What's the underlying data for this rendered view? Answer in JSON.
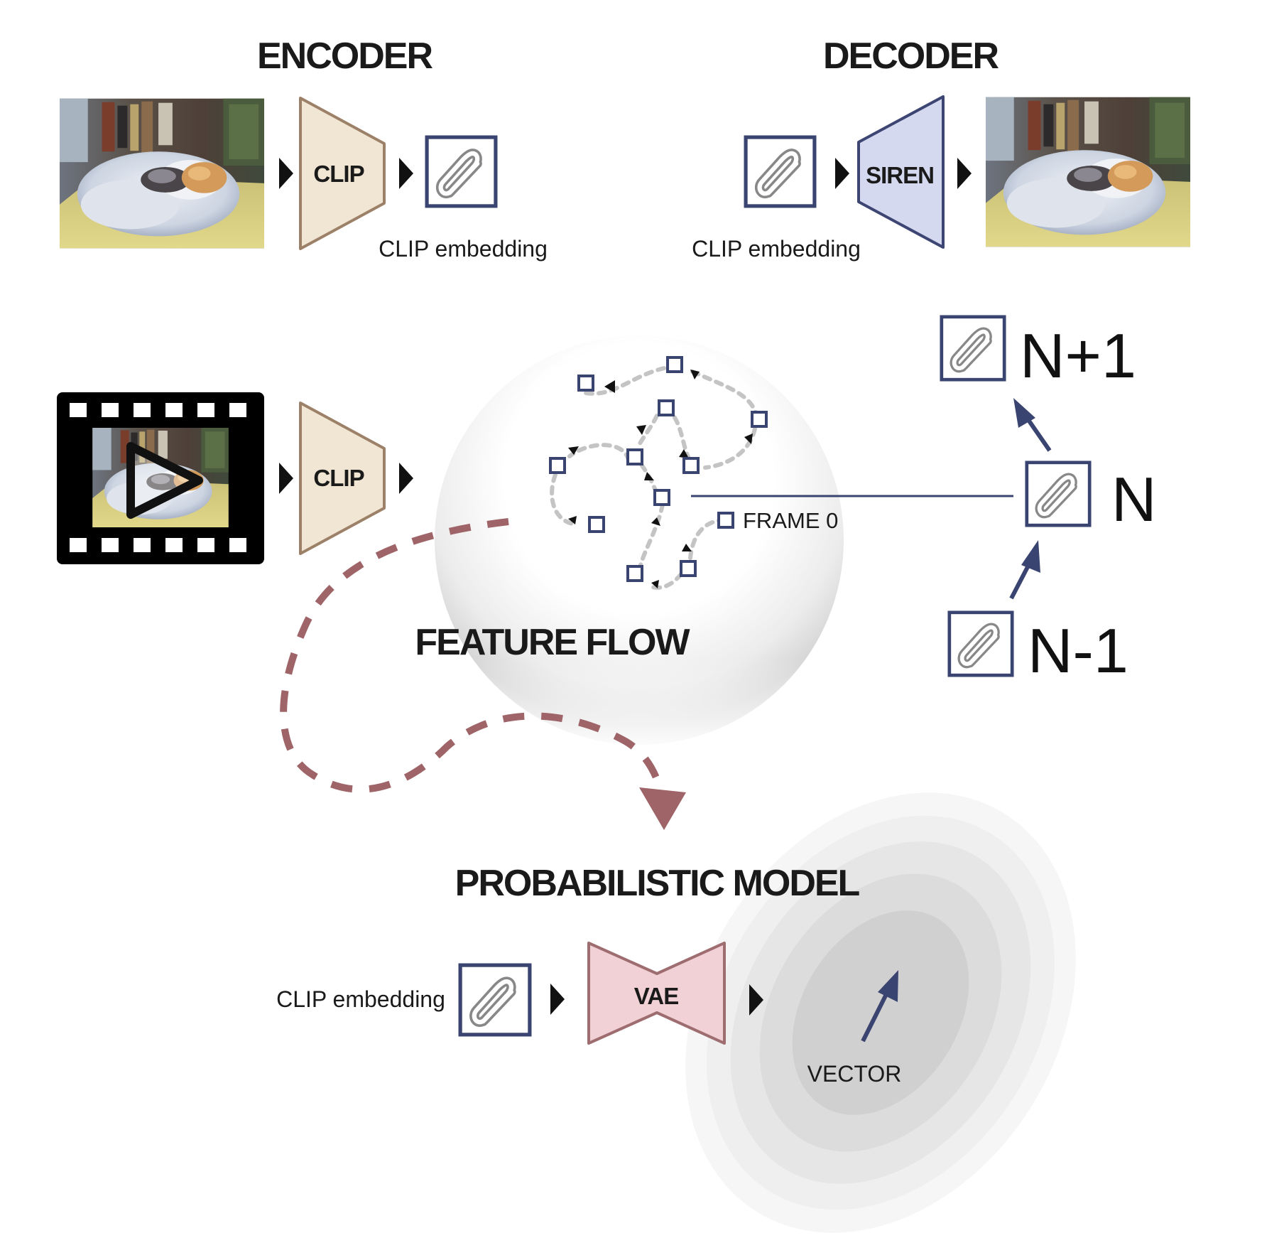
{
  "encoder": {
    "title": "ENCODER",
    "block_label": "CLIP",
    "embedding_caption": "CLIP embedding"
  },
  "decoder": {
    "title": "DECODER",
    "block_label": "SIREN",
    "embedding_caption": "CLIP embedding"
  },
  "feature_flow": {
    "title": "FEATURE FLOW",
    "block_label": "CLIP",
    "frame_label": "FRAME 0"
  },
  "sequence": {
    "next_label": "N+1",
    "current_label": "N",
    "prev_label": "N-1"
  },
  "probabilistic_model": {
    "title": "PROBABILISTIC MODEL",
    "embedding_caption": "CLIP embedding",
    "block_label": "VAE",
    "vector_label": "VECTOR"
  },
  "colors": {
    "clip_fill": "#f1e6d3",
    "clip_stroke": "#9c8168",
    "siren_fill": "#d5d9f0",
    "siren_stroke": "#3d4573",
    "vae_fill": "#f2d1d6",
    "vae_stroke": "#9e6d70",
    "navy": "#3a4470",
    "dashed_flow": "#9e6468",
    "icon_gray": "#888888"
  }
}
